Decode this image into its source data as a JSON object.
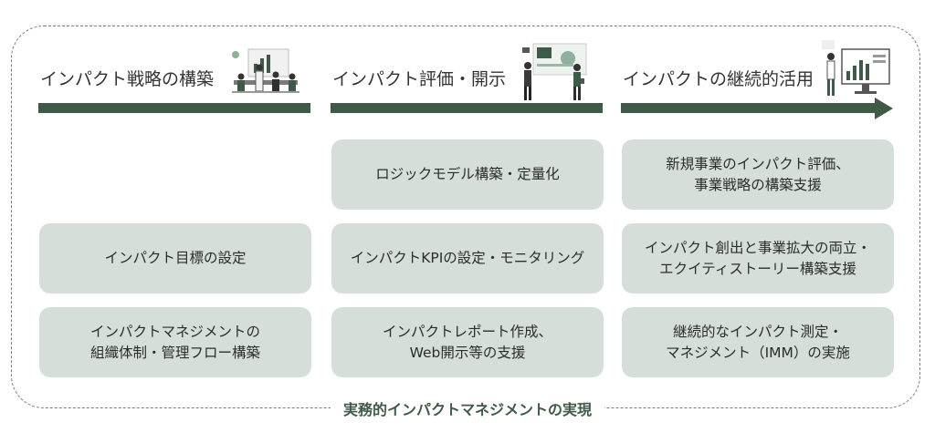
{
  "columns": [
    {
      "title": "インパクト戦略の構築"
    },
    {
      "title": "インパクト評価・開示"
    },
    {
      "title": "インパクトの継続的活用"
    }
  ],
  "cards": {
    "c1_r2": {
      "lines": [
        "インパクト目標の設定"
      ]
    },
    "c1_r3": {
      "lines": [
        "インパクトマネジメントの",
        "組織体制・管理フロー構築"
      ]
    },
    "c2_r1": {
      "lines": [
        "ロジックモデル構築・定量化"
      ]
    },
    "c2_r2": {
      "lines": [
        "インパクトKPIの設定・モニタリング"
      ]
    },
    "c2_r3": {
      "lines": [
        "インパクトレポート作成、",
        "Web開示等の支援"
      ]
    },
    "c3_r1": {
      "lines": [
        "新規事業のインパクト評価、",
        "事業戦略の構築支援"
      ]
    },
    "c3_r2": {
      "lines": [
        "インパクト創出と事業拡大の両立・",
        "エクイティストーリー構築支援"
      ]
    },
    "c3_r3": {
      "lines": [
        "継続的なインパクト測定・",
        "マネジメント（IMM）の実施"
      ]
    }
  },
  "footer": {
    "label": "実務的インパクトマネジメントの実現"
  },
  "colors": {
    "accent": "#3f5a46",
    "card_bg": "#d5ded8",
    "frame": "#7a7a7a"
  },
  "icons": [
    "meeting-illustration",
    "presentation-illustration",
    "analytics-monitor-illustration"
  ]
}
